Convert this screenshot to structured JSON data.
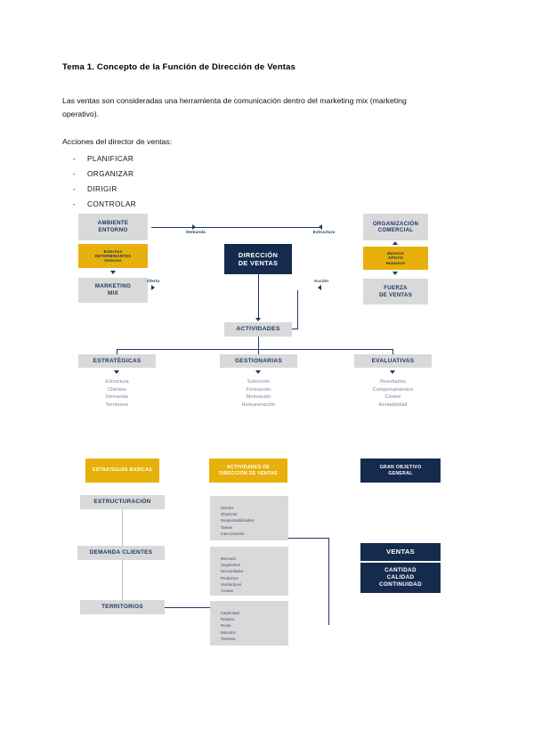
{
  "document": {
    "title": "Tema 1. Concepto de la Función de Dirección de Ventas",
    "paragraph_1": "Las ventas son consideradas una herramienta de comunicación dentro del marketing mix (marketing operativo).",
    "paragraph_2": "Acciones del director de ventas:",
    "bullet_marker": "-",
    "bullets": [
      "PLANIFICAR",
      "ORGANIZAR",
      "DIRIGIR",
      "CONTROLAR"
    ]
  },
  "diagram_1": {
    "ambiente": {
      "line1": "AMBIENTE",
      "line2": "ENTORNO"
    },
    "determinantes": {
      "line1": "Externos",
      "line2": "DETERMINANTES",
      "line3": "Internos"
    },
    "marketing_mix": {
      "line1": "MARKETING",
      "line2": "MIX"
    },
    "direccion_ventas": {
      "line1": "DIRECCIÓN",
      "line2": "DE VENTAS"
    },
    "organizacion": {
      "line1": "ORGANIZACIÓN",
      "line2": "COMERCIAL"
    },
    "apoyo": {
      "line1": "Material",
      "line2": "APOYO",
      "line3": "Humanos"
    },
    "fuerza_ventas": {
      "line1": "FUERZA",
      "line2": "DE VENTAS"
    },
    "actividades": "ACTIVIDADES",
    "edge_labels": {
      "demanda": "Demanda",
      "oferta": "Oferta",
      "estructura": "Estructura",
      "accion": "Acción"
    },
    "columns": [
      {
        "header": "ESTRATÉGICAS",
        "items": [
          "Estructura",
          "Clientes",
          "Demanda",
          "Territorios"
        ]
      },
      {
        "header": "GESTIONARIAS",
        "items": [
          "Selección",
          "Formación",
          "Motivación",
          "Remuneración"
        ]
      },
      {
        "header": "EVALUATIVAS",
        "items": [
          "Resultados",
          "Comportamientos",
          "Costes",
          "Rentabilidad"
        ]
      }
    ]
  },
  "diagram_2": {
    "header_estrategias": "ESTRATEGIAS BASICAS",
    "header_actividades": {
      "line1": "ACTIVIDADES DE",
      "line2": "DIRECCIÓN DE VENTAS"
    },
    "header_objetivo": {
      "line1": "GRAN OBJETIVO",
      "line2": "GENERAL"
    },
    "rows": [
      {
        "label": "ESTRUCTURACIÓN",
        "items": [
          "Niveles",
          "Objetivos",
          "Responsabilidades",
          "Tareas",
          "Interconexión"
        ]
      },
      {
        "label": "DEMANDA CLIENTES",
        "items": [
          "Mercado",
          "Segmentos",
          "Necesidades",
          "Productos",
          "Vendedores",
          "Cuotas"
        ]
      },
      {
        "label": "TERRITORIOS",
        "items": [
          "Capacidad",
          "Reparto",
          "Rutas",
          "Métodos",
          "Tiempos"
        ]
      }
    ],
    "ventas": {
      "title": "VENTAS",
      "line1": "CANTIDAD",
      "line2": "CALIDAD",
      "line3": "CONTINUIDAD"
    }
  },
  "colors": {
    "navy": "#152b4e",
    "gold": "#e8b00a",
    "gray": "#d9d9d9",
    "connector": "#1f3864"
  }
}
